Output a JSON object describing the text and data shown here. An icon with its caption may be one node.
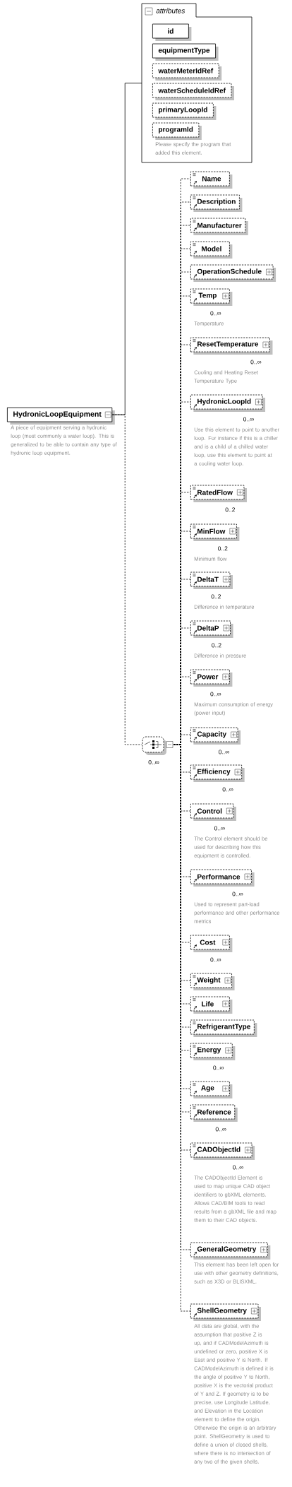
{
  "diagram": {
    "nodes": [
      {
        "text": [
          "attributes"
        ]
      },
      {
        "text": [
          "id"
        ],
        "in": 0
      },
      {
        "text": [
          "equipmentType"
        ],
        "in": 0
      },
      {
        "text": [
          "waterMeterIdRef"
        ],
        "in": 0
      },
      {
        "text": [
          "waterScheduleIdRef"
        ],
        "in": 0
      },
      {
        "text": [
          "primaryLoopId"
        ],
        "in": 0
      },
      {
        "text": [
          "programId"
        ],
        "in": 0,
        "beside": [
          "Please specify the program that added this element."
        ]
      },
      {
        "text": [
          "HydronicLoopEquipment"
        ],
        "beside": [
          "A piece of equipment serving a hydronic loop (most commonly a water loop). This is generalized to be able to contain any type of hydronic loop equipment."
        ]
      },
      {
        "text": [],
        "shape": "box",
        "beside": [
          "0..∞"
        ]
      },
      {
        "text": [
          "Name"
        ]
      },
      {
        "text": [
          "Description"
        ]
      },
      {
        "text": [
          "Manufacturer"
        ]
      },
      {
        "text": [
          "Model"
        ]
      },
      {
        "text": [
          "OperationSchedule"
        ]
      },
      {
        "text": [
          "Temp"
        ],
        "beside": [
          "0..∞",
          "Temperature"
        ]
      },
      {
        "text": [
          "ResetTemperature"
        ],
        "beside": [
          "0..∞",
          "Cooling and Heating Reset Temperature Type"
        ]
      },
      {
        "text": [
          "HydronicLoopId"
        ],
        "beside": [
          "0..∞",
          "Use this element to point to another loop. For instance if this is a chiller and is a child of a chilled water loop, use this element to point at a cooling water loop."
        ]
      },
      {
        "text": [
          "RatedFlow"
        ],
        "beside": [
          "0..2"
        ]
      },
      {
        "text": [
          "MinFlow"
        ],
        "beside": [
          "0..2",
          "Minimum flow"
        ]
      },
      {
        "text": [
          "DeltaT"
        ],
        "beside": [
          "0..2",
          "Difference in temperature"
        ]
      },
      {
        "text": [
          "DeltaP"
        ],
        "beside": [
          "0..2",
          "Difference in pressure"
        ]
      },
      {
        "text": [
          "Power"
        ],
        "beside": [
          "0..∞",
          "Maximum consumption of energy (power input)"
        ]
      },
      {
        "text": [
          "Capacity"
        ],
        "beside": [
          "0..∞"
        ]
      },
      {
        "text": [
          "Efficiency"
        ],
        "beside": [
          "0..∞"
        ]
      },
      {
        "text": [
          "Control"
        ],
        "beside": [
          "0..∞",
          "The Control element should be used for describing how this equipment is controlled."
        ]
      },
      {
        "text": [
          "Performance"
        ],
        "beside": [
          "0..∞",
          "Used to represent part-load performance and other performance metrics"
        ]
      },
      {
        "text": [
          "Cost"
        ],
        "beside": [
          "0..∞"
        ]
      },
      {
        "text": [
          "Weight"
        ]
      },
      {
        "text": [
          "Life"
        ]
      },
      {
        "text": [
          "RefrigerantType"
        ]
      },
      {
        "text": [
          "Energy"
        ],
        "beside": [
          "0..∞"
        ]
      },
      {
        "text": [
          "Age"
        ]
      },
      {
        "text": [
          "Reference"
        ],
        "beside": [
          "0..∞"
        ]
      },
      {
        "text": [
          "CADObjectId"
        ],
        "beside": [
          "0..∞",
          "The CADObjectId Element is used to map unique CAD object identifiers to gbXML elements. Allows CAD/BIM tools to read results from a gbXML file and map them to their CAD objects."
        ]
      },
      {
        "text": [
          "GeneralGeometry"
        ],
        "beside": [
          "This element has been left open for use with other geometry definitions, such as X3D or BLISXML."
        ]
      },
      {
        "text": [
          "ShellGeometry"
        ],
        "beside": [
          "All data are global, with the assumption that positive Z is up, and if CADModelAzimuth is undefined or zero, positive X is East and positive Y is North. If CADModelAzimuth is defined it is the angle of positive Y to North, positive X is the vectorial product of Y and Z. If geometry is to be precise, use Longitude Latitude, and Elevation in the Location element to define the origin. Otherwise the origin is an arbitrary point. ShellGeometry is used to define a union of closed shells, where there is no intersection of any two of the given shells."
        ]
      }
    ],
    "edges": [
      {
        "from": 7,
        "to": 0,
        "arrow": "none"
      },
      {
        "from": 7,
        "to": 8,
        "arrow": "none",
        "style": "dashed"
      },
      {
        "from": 8,
        "to": 9,
        "arrow": "none",
        "style": "dashed"
      },
      {
        "from": 8,
        "to": 10,
        "arrow": "none",
        "style": "dashed"
      },
      {
        "from": 8,
        "to": 11,
        "arrow": "none",
        "style": "dashed"
      },
      {
        "from": 8,
        "to": 12,
        "arrow": "none",
        "style": "dashed"
      },
      {
        "from": 8,
        "to": 13,
        "arrow": "none",
        "style": "dashed"
      },
      {
        "from": 8,
        "to": 14,
        "arrow": "none",
        "style": "dashed"
      },
      {
        "from": 8,
        "to": 15,
        "arrow": "none",
        "style": "dashed"
      },
      {
        "from": 8,
        "to": 16,
        "arrow": "none",
        "style": "dashed"
      },
      {
        "from": 8,
        "to": 17,
        "arrow": "none",
        "style": "dashed"
      },
      {
        "from": 8,
        "to": 18,
        "arrow": "none",
        "style": "dashed"
      },
      {
        "from": 8,
        "to": 19,
        "arrow": "none",
        "style": "dashed"
      },
      {
        "from": 8,
        "to": 20,
        "arrow": "none",
        "style": "dashed"
      },
      {
        "from": 8,
        "to": 21,
        "arrow": "none",
        "style": "dashed"
      },
      {
        "from": 8,
        "to": 22,
        "arrow": "none",
        "style": "dashed"
      },
      {
        "from": 8,
        "to": 23,
        "arrow": "none",
        "style": "dashed"
      },
      {
        "from": 8,
        "to": 24,
        "arrow": "none",
        "style": "dashed"
      },
      {
        "from": 8,
        "to": 25,
        "arrow": "none",
        "style": "dashed"
      },
      {
        "from": 8,
        "to": 26,
        "arrow": "none",
        "style": "dashed"
      },
      {
        "from": 8,
        "to": 27,
        "arrow": "none",
        "style": "dashed"
      },
      {
        "from": 8,
        "to": 28,
        "arrow": "none",
        "style": "dashed"
      },
      {
        "from": 8,
        "to": 29,
        "arrow": "none",
        "style": "dashed"
      },
      {
        "from": 8,
        "to": 30,
        "arrow": "none",
        "style": "dashed"
      },
      {
        "from": 8,
        "to": 31,
        "arrow": "none",
        "style": "dashed"
      },
      {
        "from": 8,
        "to": 32,
        "arrow": "none",
        "style": "dashed"
      },
      {
        "from": 8,
        "to": 33,
        "arrow": "none",
        "style": "dashed"
      },
      {
        "from": 8,
        "to": 34,
        "arrow": "none",
        "style": "dashed"
      },
      {
        "from": 8,
        "to": 35,
        "arrow": "none",
        "style": "dashed"
      }
    ]
  }
}
